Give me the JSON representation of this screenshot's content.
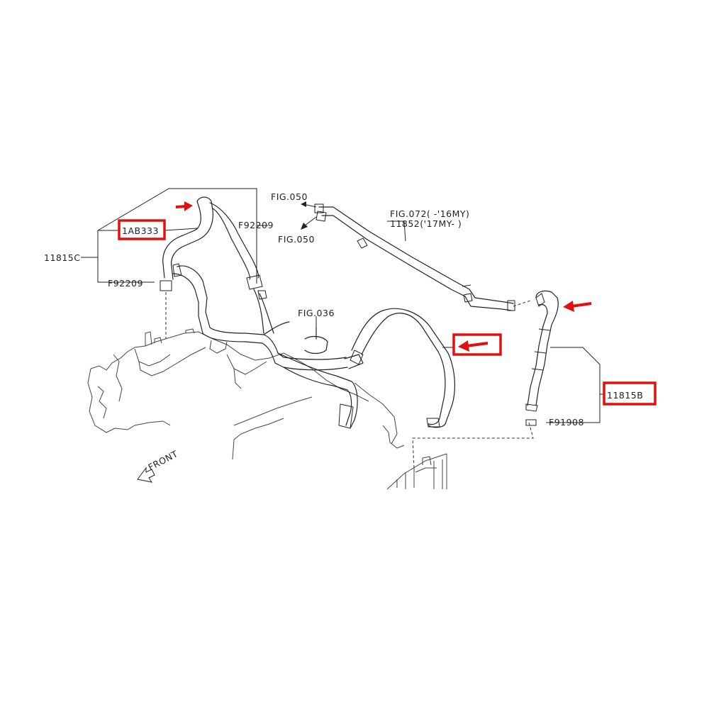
{
  "labels": {
    "part_11815C": "11815C",
    "part_1AB333": "1AB333",
    "clamp_top": "F92209",
    "clamp_left": "F92209",
    "ref_fig050_top": "FIG.050",
    "ref_fig050_bottom": "FIG.050",
    "ref_fig072": "FIG.072( -'16MY)",
    "part_11852": "11852('17MY- )",
    "ref_fig036": "FIG.036",
    "part_11815B": "11815B",
    "clamp_right": "F91908",
    "front": "FRONT"
  },
  "colors": {
    "highlight": "#e01010",
    "line": "#222222"
  }
}
